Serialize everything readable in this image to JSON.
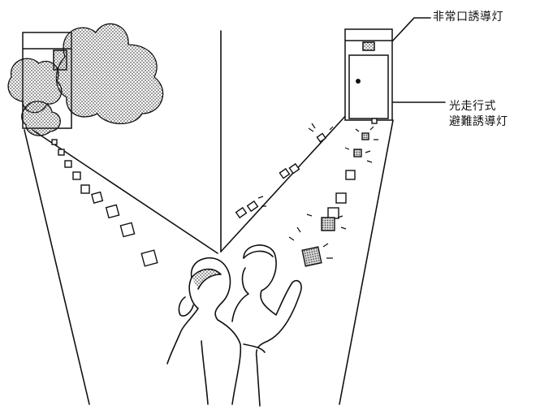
{
  "labels": {
    "exit_sign": "非常口誘導灯",
    "guide_light_line1": "光走行式",
    "guide_light_line2": "避難誘導灯"
  },
  "colors": {
    "ink": "#111111",
    "paper": "#ffffff",
    "lit_tile": "#9a9a9a",
    "smoke": "#bdbdbd"
  },
  "icons": {
    "smoke_cloud": "smoke-cloud-icon",
    "exit_door": "exit-door-icon",
    "people": "evacuating-people-icon"
  }
}
